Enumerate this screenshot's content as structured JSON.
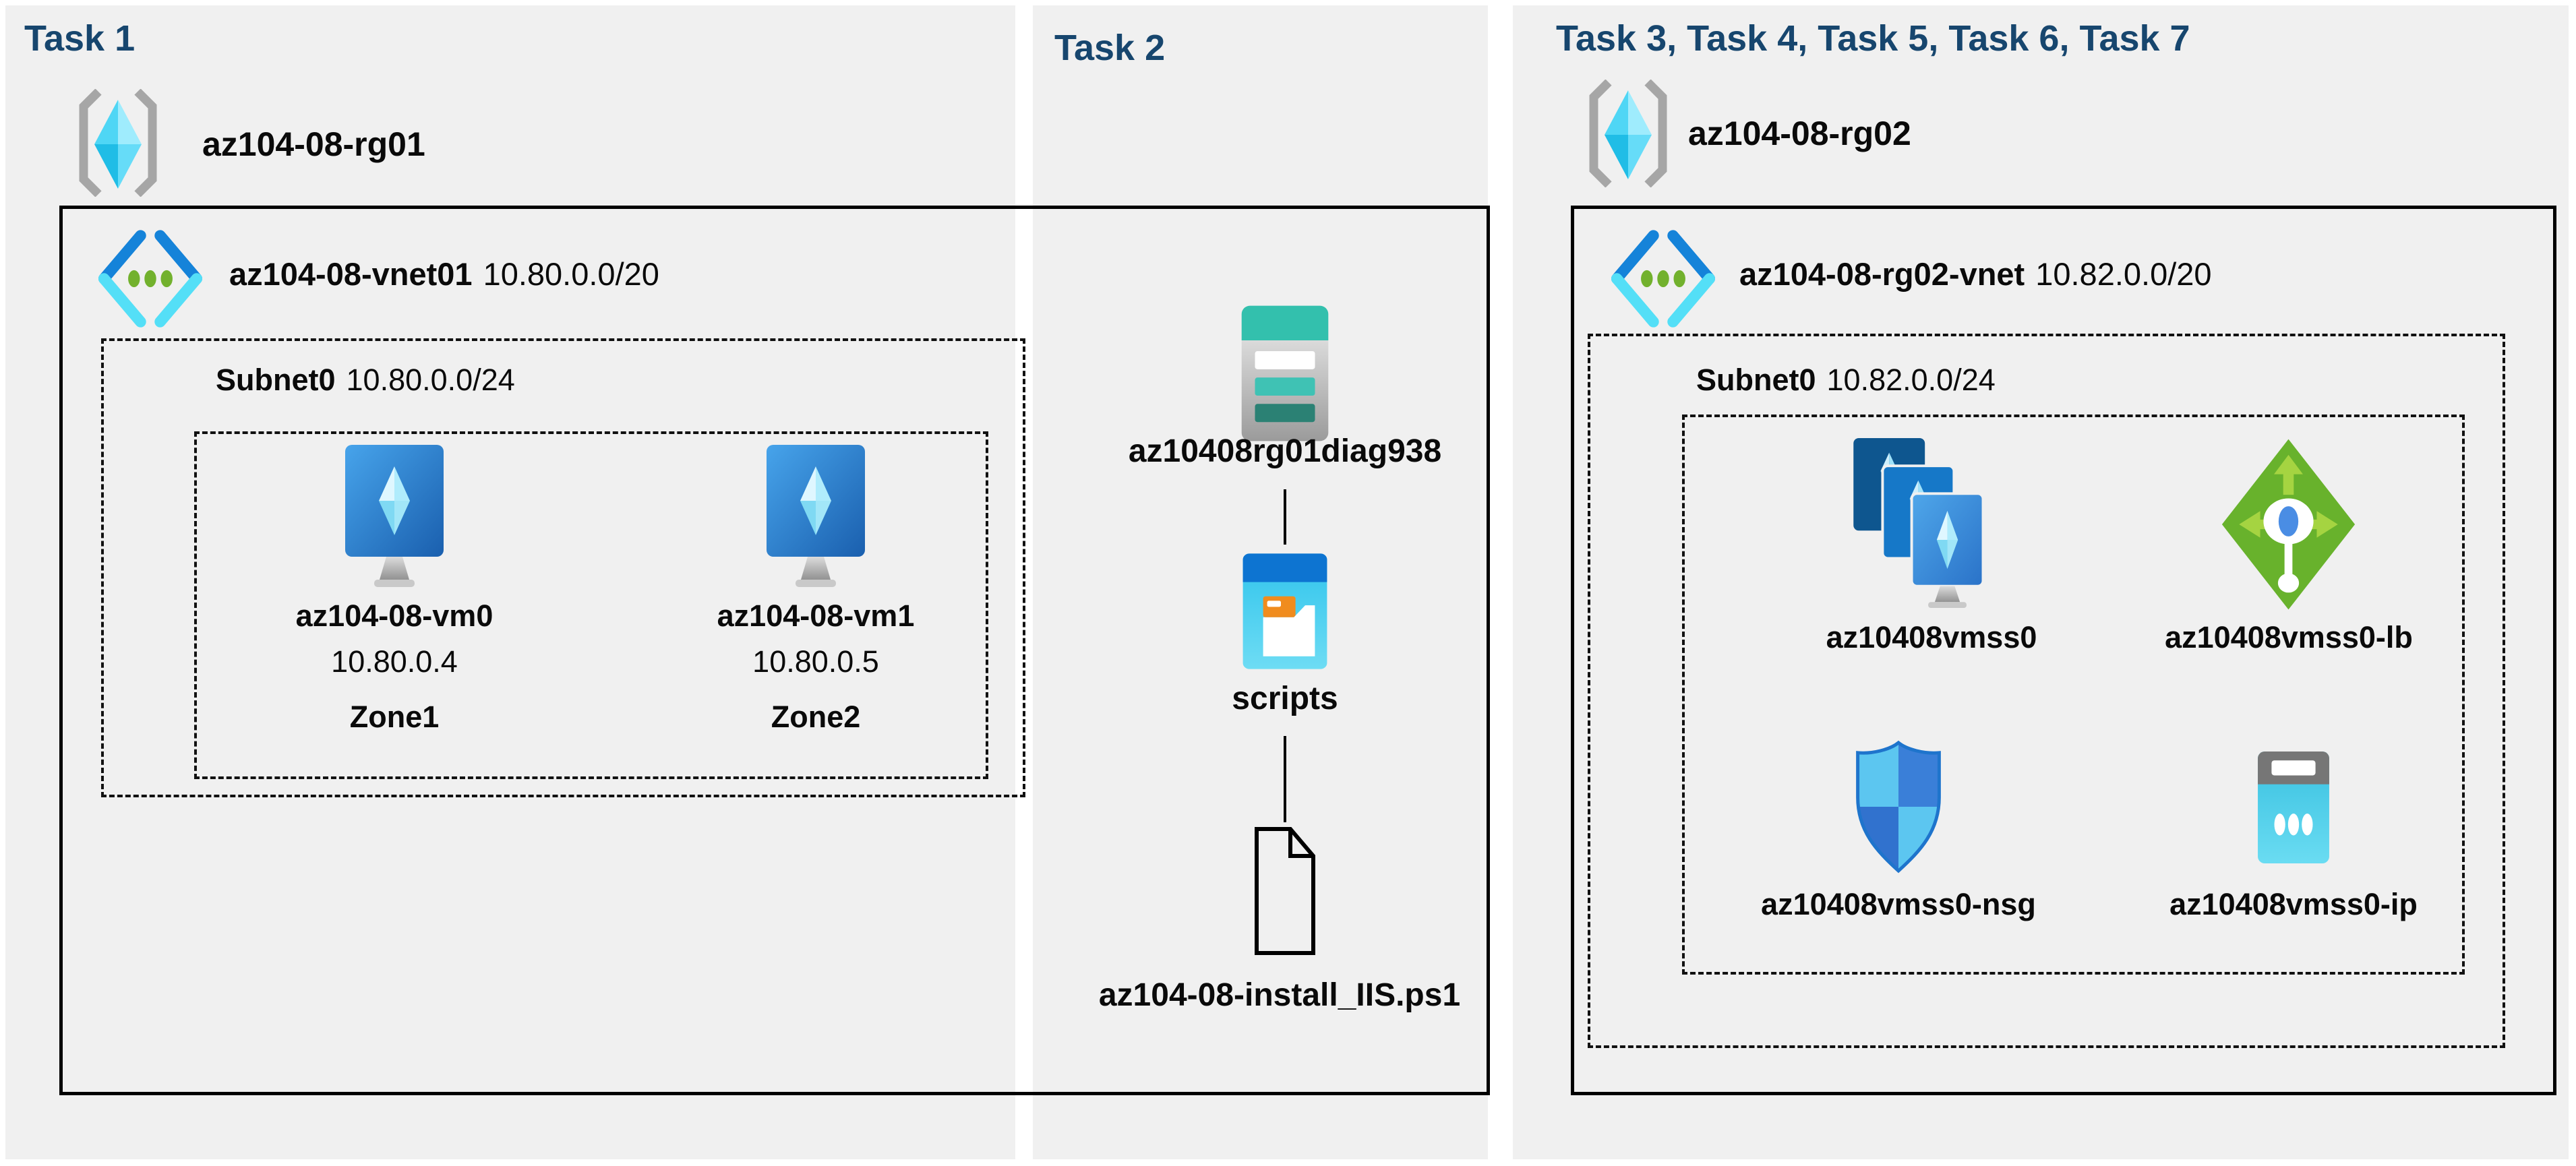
{
  "page": {
    "background": "#ffffff",
    "panel_bg": "#f0f0f0",
    "heading_color": "#17466e",
    "line_color": "#000000"
  },
  "panels": [
    {
      "title": "Task 1"
    },
    {
      "title": "Task 2"
    },
    {
      "title": "Task 3, Task 4, Task 5, Task 6, Task 7"
    }
  ],
  "resource_groups": [
    {
      "name": "az104-08-rg01"
    },
    {
      "name": "az104-08-rg02"
    }
  ],
  "vnets": [
    {
      "name": "az104-08-vnet01",
      "cidr": "10.80.0.0/20",
      "subnet_name": "Subnet0",
      "subnet_cidr": "10.80.0.0/24"
    },
    {
      "name": "az104-08-rg02-vnet",
      "cidr": "10.82.0.0/20",
      "subnet_name": "Subnet0",
      "subnet_cidr": "10.82.0.0/24"
    }
  ],
  "virtual_machines": [
    {
      "name": "az104-08-vm0",
      "ip": "10.80.0.4",
      "zone": "Zone1"
    },
    {
      "name": "az104-08-vm1",
      "ip": "10.80.0.5",
      "zone": "Zone2"
    }
  ],
  "storage_flow": {
    "storage_account": "az10408rg01diag938",
    "container": "scripts",
    "script_file": "az104-08-install_IIS.ps1"
  },
  "vmss_resources": {
    "scale_set": "az10408vmss0",
    "load_balancer": "az10408vmss0-lb",
    "network_security_group": "az10408vmss0-nsg",
    "public_ip": "az10408vmss0-ip"
  },
  "colors": {
    "vnet_blue": "#1583d9",
    "vnet_cyan": "#54dff7",
    "vnet_dot_green": "#72b12d",
    "rg_bracket_gray": "#a6a6a6",
    "lb_green": "#68b22c",
    "lb_arrow_green": "#a5d441",
    "lb_center_blue": "#4a8de4",
    "nsg_light_blue": "#5cc6f0",
    "nsg_mid_blue": "#3a7fd8",
    "nsg_deep_blue": "#3172ce",
    "storage_teal": "#33c0ad",
    "storage_teal_mid": "#3fc2b4",
    "storage_teal_dark": "#2b8174",
    "ip_gray": "#767676",
    "scripts_header_blue": "#0d74d1",
    "folder_tab_orange": "#f08c1e"
  }
}
